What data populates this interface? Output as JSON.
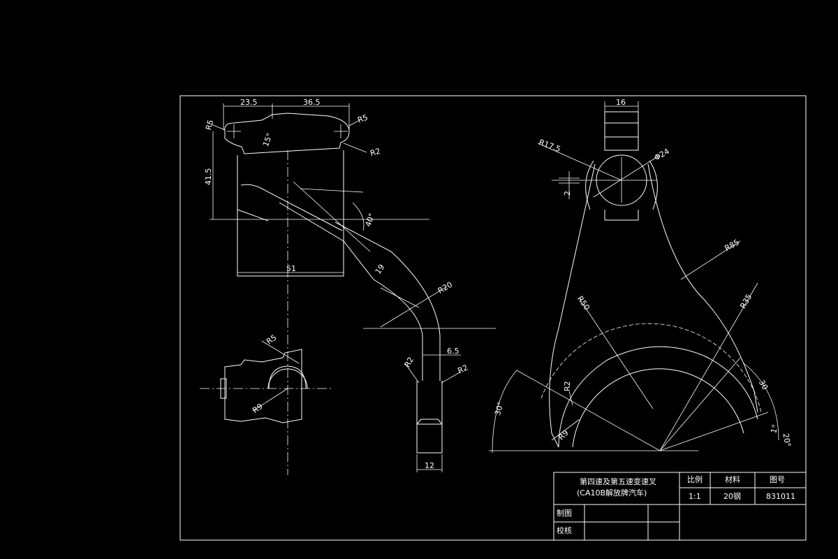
{
  "drawing": {
    "dimensions": {
      "d23_5": "23.5",
      "d36_5": "36.5",
      "r5a": "R5",
      "r5b": "R5",
      "r2a": "R2",
      "a15": "15°",
      "d41_5": "41.5",
      "a40": "40°",
      "d51": "51",
      "d19": "19",
      "r20": "R20",
      "r5c": "R5",
      "r9a": "R9",
      "d6_5": "6.5",
      "r2b": "R2",
      "r2c": "R2",
      "d12": "12",
      "d16": "16",
      "r17_5": "R17.5",
      "phi24": "Φ24",
      "d2": "2",
      "r85": "R85",
      "r50": "R50",
      "r35": "R35",
      "r2d": "R2",
      "r9b": "R9",
      "a30a": "30°",
      "a30b": "30",
      "a1": "1°",
      "a20": "20°"
    },
    "title_block": {
      "title_line1": "第四速及第五速变速叉",
      "title_line2": "(CA10B解放牌汽车)",
      "col_scale": "比例",
      "col_material": "材料",
      "col_drawing_no": "图号",
      "scale_value": "1:1",
      "material_value": "20钢",
      "drawing_no_value": "831011",
      "drawn_by": "制图",
      "checked_by": "校核"
    }
  },
  "colors": {
    "background": "#000000",
    "lines": "#ffffff"
  }
}
